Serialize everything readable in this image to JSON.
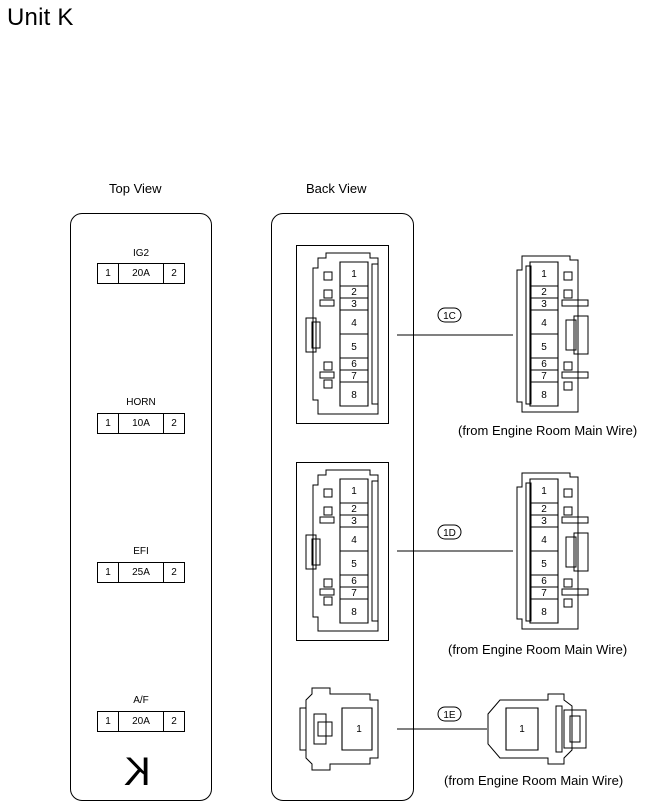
{
  "page_title": "Unit K",
  "top_view": {
    "label": "Top View",
    "fuses": [
      {
        "name": "IG2",
        "pin_left": "1",
        "rating": "20A",
        "pin_right": "2"
      },
      {
        "name": "HORN",
        "pin_left": "1",
        "rating": "10A",
        "pin_right": "2"
      },
      {
        "name": "EFI",
        "pin_left": "1",
        "rating": "25A",
        "pin_right": "2"
      },
      {
        "name": "A/F",
        "pin_left": "1",
        "rating": "20A",
        "pin_right": "2"
      }
    ],
    "unit_mark": "K"
  },
  "back_view": {
    "label": "Back View",
    "connectors": [
      {
        "code": "1C",
        "pins": [
          "1",
          "2",
          "3",
          "4",
          "5",
          "6",
          "7",
          "8"
        ],
        "caption": "(from Engine Room Main Wire)"
      },
      {
        "code": "1D",
        "pins": [
          "1",
          "2",
          "3",
          "4",
          "5",
          "6",
          "7",
          "8"
        ],
        "caption": "(from Engine Room Main Wire)"
      },
      {
        "code": "1E",
        "pins": [
          "1"
        ],
        "caption": "(from Engine Room Main Wire)"
      }
    ]
  }
}
